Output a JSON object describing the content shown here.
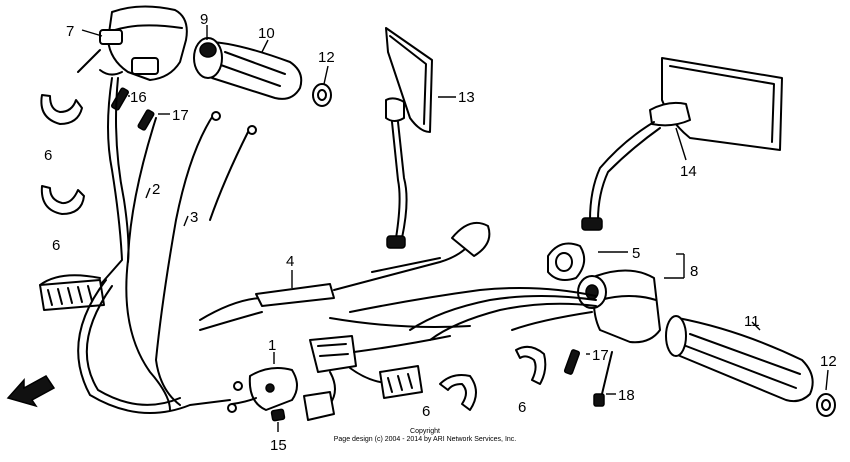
{
  "callouts": {
    "c1": "1",
    "c2": "2",
    "c3": "3",
    "c4": "4",
    "c5": "5",
    "c6a": "6",
    "c6b": "6",
    "c6c": "6",
    "c6d": "6",
    "c7": "7",
    "c8": "8",
    "c9": "9",
    "c10": "10",
    "c11": "11",
    "c12a": "12",
    "c12b": "12",
    "c13": "13",
    "c14": "14",
    "c15": "15",
    "c16": "16",
    "c17a": "17",
    "c17b": "17",
    "c18": "18"
  },
  "footer": {
    "line1": "Copyright",
    "line2": "Page design (c) 2004 - 2014 by ARI Network Services, Inc."
  }
}
